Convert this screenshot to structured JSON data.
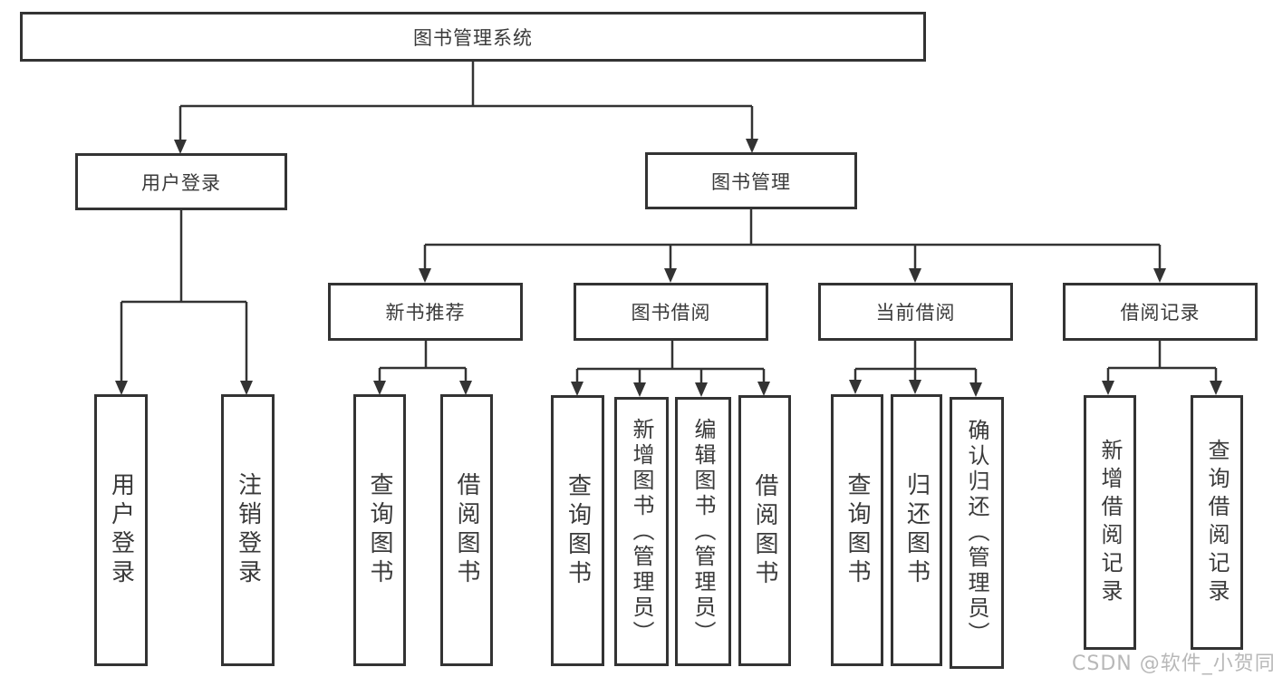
{
  "colors": {
    "background": "#ffffff",
    "line": "#333333",
    "box_border": "#333333",
    "text": "#3a3a3a",
    "watermark": "#8c8c8c"
  },
  "diagram": {
    "type": "tree",
    "root": {
      "label": "图书管理系统"
    },
    "branches": [
      {
        "label": "用户登录",
        "children": [
          {
            "label": "用户登录"
          },
          {
            "label": "注销登录"
          }
        ]
      },
      {
        "label": "图书管理",
        "children": [
          {
            "label": "新书推荐",
            "children": [
              {
                "label": "查询图书"
              },
              {
                "label": "借阅图书"
              }
            ]
          },
          {
            "label": "图书借阅",
            "children": [
              {
                "label": "查询图书"
              },
              {
                "label": "新增图书（管理员）"
              },
              {
                "label": "编辑图书（管理员）"
              },
              {
                "label": "借阅图书"
              }
            ]
          },
          {
            "label": "当前借阅",
            "children": [
              {
                "label": "查询图书"
              },
              {
                "label": "归还图书"
              },
              {
                "label": "确认归还（管理员）"
              }
            ]
          },
          {
            "label": "借阅记录",
            "children": [
              {
                "label": "新增借阅记录"
              },
              {
                "label": "查询借阅记录"
              }
            ]
          }
        ]
      }
    ]
  },
  "watermark": {
    "text": "CSDN @软件_小贺同学"
  }
}
